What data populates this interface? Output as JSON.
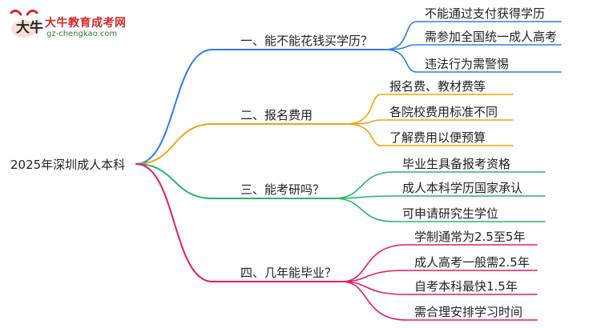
{
  "brand": {
    "name": "大牛教育成考网",
    "url": "gz-chengkao.com",
    "logo_icon": "ox-logo-icon"
  },
  "root": "2025年深圳成人本科",
  "colors": {
    "blue": "#2b7de9",
    "orange": "#f0a30a",
    "green": "#22bb66",
    "pink": "#e8196b",
    "brand_red": "#d62828",
    "brand_green": "#2f7d2f"
  },
  "branches": [
    {
      "label": "一、能不能花钱买学历？",
      "color": "blue",
      "children": [
        "不能通过支付获得学历",
        "需参加全国统一成人高考",
        "违法行为需警惕"
      ]
    },
    {
      "label": "二、报名费用",
      "color": "orange",
      "children": [
        "报名费、教材费等",
        "各院校费用标准不同",
        "了解费用以便预算"
      ]
    },
    {
      "label": "三、能考研吗？",
      "color": "green",
      "children": [
        "毕业生具备报考资格",
        "成人本科学历国家承认",
        "可申请研究生学位"
      ]
    },
    {
      "label": "四、几年能毕业？",
      "color": "pink",
      "children": [
        "学制通常为2.5至5年",
        "成人高考一般需2.5年",
        "自考本科最快1.5年",
        "需合理安排学习时间"
      ]
    }
  ]
}
